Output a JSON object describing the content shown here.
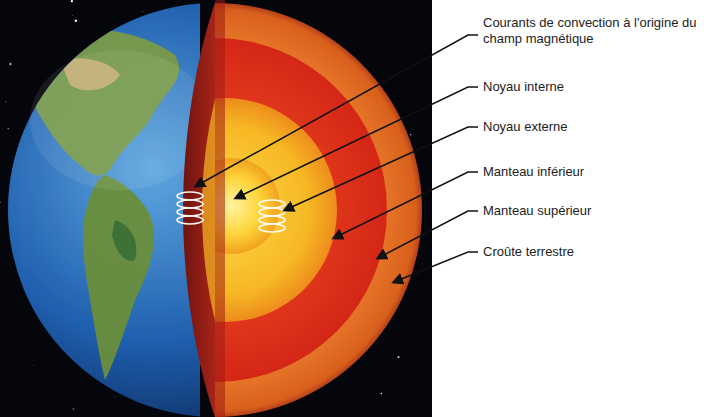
{
  "diagram": {
    "labels": [
      "Courants de convection à l'origine du champ magnétique",
      "Noyau interne",
      "Noyau externe",
      "Manteau inférieur",
      "Manteau supérieur",
      "Croûte terrestre"
    ]
  }
}
